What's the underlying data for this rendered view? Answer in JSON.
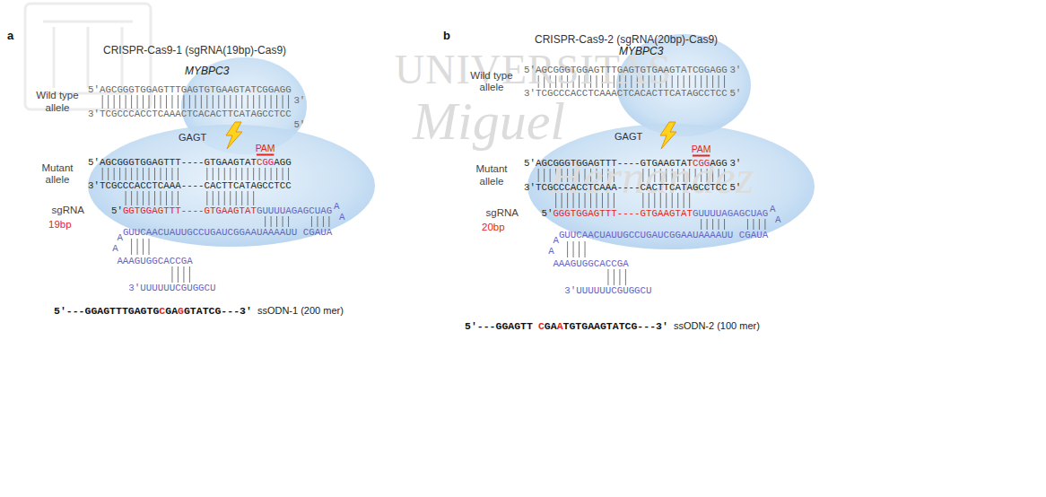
{
  "diagram": {
    "labels": [
      "UNIVERSITAS",
      "Miguel",
      "Hernández",
      "a",
      "CRISPR-Cas9-1 (sgRNA(19bp)-Cas9)",
      "MYBPC3",
      "Wild type allele",
      "5'",
      "AGCGGGTGGAGTTTGAGTGTGAAGTATCGGAGG",
      "3'",
      "3'",
      "TCGCCCACCTCAAACTCACACTTCATAGCCTCC",
      "5'",
      "GAGT",
      "PAM",
      "Mutant allele",
      "5'",
      "AGCGGGTGGAGTTT----GTGAAGTAT",
      "CGG",
      "AGG",
      "3'",
      "TCGCCCACCTCAAA----CACTTCATAGCCTCC",
      "sgRNA",
      "5'",
      "GGTGGAGTTT----GTGAAGTAT",
      "GUUUUAGAGCUAG",
      "A",
      "A",
      "19bp",
      "GUUCAACUAUUGCCUGAUCGGAAUAAAAUU",
      "CGAUA",
      "A",
      "A",
      "AAAGUGGCACCGA",
      "3'",
      "UUUUUUCGUGGCU",
      "5'---GGAGTTTGAGTG",
      "C",
      "GA",
      "G",
      "GTATCG---3'",
      "ssODN-1 (200 mer)",
      "b",
      "CRISPR-Cas9-2 (sgRNA(20bp)-Cas9)",
      "MYBPC3",
      "Wild type allele",
      "5'",
      "AGCGGGTGGAGTTTGAGTGTGAAGTATCGGAGG",
      "3'",
      "3'",
      "TCGCCCACCTCAAACTCACACTTCATAGCCTCC",
      "5'",
      "GAGT",
      "PAM",
      "Mutant allele",
      "5'",
      "AGCGGGTGGAGTTT----GTGAAGTAT",
      "CGG",
      "AGG",
      "3'",
      "3'",
      "TCGCCCACCTCAAA----CACTTCATAGCCTCC",
      "5'",
      "sgRNA",
      "5'",
      "GGGTGGAGTTT----GTGAAGTAT",
      "GUUUUAGAGCUAG",
      "A",
      "A",
      "20bp",
      "GUUCAACUAUUGCCUGAUCGGAAUAAAAUU",
      "CGAUA",
      "A",
      "A",
      "AAAGUGGCACCGA",
      "3'",
      "UUUUUUCGUGGCU",
      "5'---GGAGTT",
      "C",
      "GA",
      "A",
      "TGTGAAGTATCG---3'",
      "ssODN-2 (100 mer)"
    ]
  }
}
